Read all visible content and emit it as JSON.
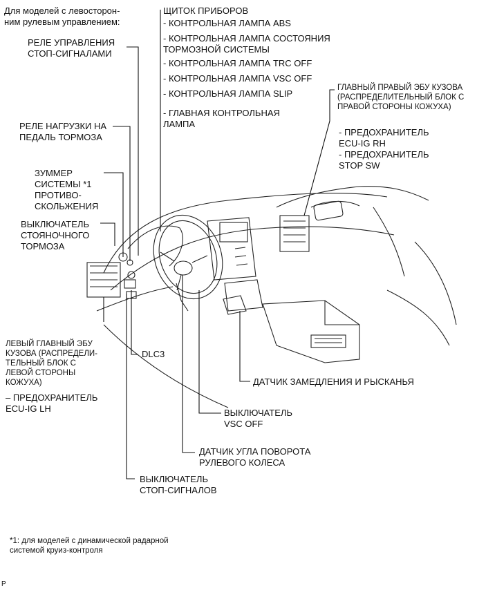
{
  "header_note": "Для моделей с левосторон-\nним рулевым управлением:",
  "cluster": {
    "title": "ЩИТОК ПРИБОРОВ",
    "items": [
      "- КОНТРОЛЬНАЯ ЛАМПА ABS",
      "- КОНТРОЛЬНАЯ ЛАМПА СОСТОЯНИЯ\nТОРМОЗНОЙ СИСТЕМЫ",
      "- КОНТРОЛЬНАЯ ЛАМПА TRC OFF",
      "- КОНТРОЛЬНАЯ ЛАМПА VSC OFF",
      "- КОНТРОЛЬНАЯ ЛАМПА SLIP",
      "- ГЛАВНАЯ КОНТРОЛЬНАЯ\nЛАМПА"
    ]
  },
  "labels": {
    "stop_relay": "РЕЛЕ УПРАВЛЕНИЯ\nСТОП-СИГНАЛАМИ",
    "load_relay": "РЕЛЕ НАГРУЗКИ НА\nПЕДАЛЬ ТОРМОЗА",
    "buzzer": "ЗУММЕР\nСИСТЕМЫ *1\nПРОТИВО-\nСКОЛЬЖЕНИЯ",
    "parking_switch": "ВЫКЛЮЧАТЕЛЬ\nСТОЯНОЧНОГО\nТОРМОЗА",
    "left_ecu": "ЛЕВЫЙ ГЛАВНЫЙ ЭБУ\nКУЗОВА (РАСПРЕДЕЛИ-\nТЕЛЬНЫЙ БЛОК С\nЛЕВОЙ СТОРОНЫ\nКОЖУХА)",
    "left_fuse": "– ПРЕДОХРАНИТЕЛЬ\nECU-IG LH",
    "dlc3": "DLC3",
    "stop_switch": "ВЫКЛЮЧАТЕЛЬ\nСТОП-СИГНАЛОВ",
    "steering_sensor": "ДАТЧИК УГЛА ПОВОРОТА\nРУЛЕВОГО КОЛЕСА",
    "vsc_off_switch": "ВЫКЛЮЧАТЕЛЬ\nVSC OFF",
    "yaw_sensor": "ДАТЧИК ЗАМЕДЛЕНИЯ И РЫСКАНЬЯ",
    "right_ecu": "ГЛАВНЫЙ ПРАВЫЙ ЭБУ КУЗОВА\n(РАСПРЕДЕЛИТЕЛЬНЫЙ БЛОК С\nПРАВОЙ СТОРОНЫ КОЖУХА)",
    "right_fuses": "- ПРЕДОХРАНИТЕЛЬ\nECU-IG RH\n- ПРЕДОХРАНИТЕЛЬ\nSTOP SW"
  },
  "footnote": "*1: для моделей с динамической радарной\nсистемой круиз-контроля",
  "corner_mark": "P"
}
